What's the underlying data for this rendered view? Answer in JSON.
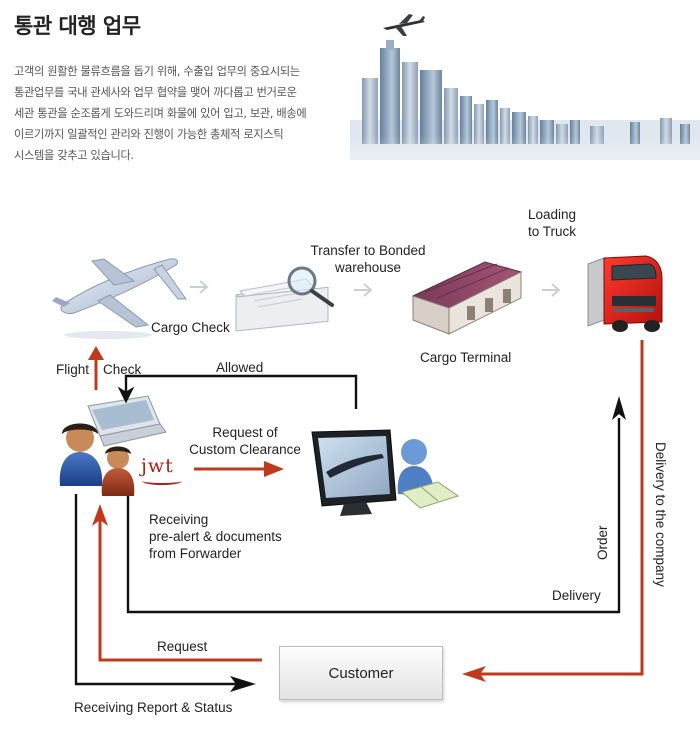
{
  "header": {
    "title": "통관 대행 업무",
    "description_lines": [
      "고객의 원활한 물류흐름을 돕기 위해, 수출입 업무의 중요시되는",
      "통관업무를 국내 관세사와 업무 협약을 맺어 까다롭고 번거로운",
      "세관 통관을 순조롭게 도와드리며 화물에 있어 입고, 보관, 배송에",
      "이르기까지 일괄적인 관리와 진행이 가능한 총체적 로지스틱",
      "시스템을 갖추고 있습니다."
    ]
  },
  "diagram": {
    "labels": {
      "cargo_check": "Cargo Check",
      "transfer_line1": "Transfer to Bonded",
      "transfer_line2": "warehouse",
      "loading_line1": "Loading",
      "loading_line2": "to Truck",
      "cargo_terminal": "Cargo Terminal",
      "flight": "Flight",
      "check": "Check",
      "allowed": "Allowed",
      "request_of_line1": "Request of",
      "request_of_line2": "Custom Clearance",
      "receiving_line1": "Receiving",
      "receiving_line2": "pre-alert & documents",
      "receiving_line3": "from Forwarder",
      "order": "Order",
      "delivery": "Delivery",
      "delivery_to_company": "Delivery to the company",
      "request": "Request",
      "customer": "Customer",
      "receiving_report": "Receiving Report & Status",
      "logo": "jwt"
    },
    "colors": {
      "red_arrow": "#c0391c",
      "black_arrow": "#111111"
    }
  }
}
